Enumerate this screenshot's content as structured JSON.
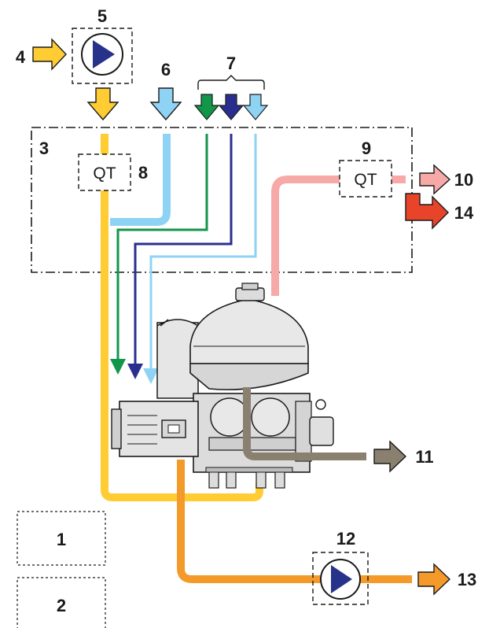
{
  "labels": {
    "l1": "1",
    "l2": "2",
    "l3": "3",
    "l4": "4",
    "l5": "5",
    "l6": "6",
    "l7": "7",
    "l8": "8",
    "l9": "9",
    "l10": "10",
    "l11": "11",
    "l12": "12",
    "l13": "13",
    "l14": "14"
  },
  "qt_left": "QT",
  "qt_right": "QT",
  "colors": {
    "feed_yellow": "#ffcc33",
    "feed_arrow": "#f7b731",
    "water_light_blue": "#8fd3f4",
    "green": "#12964a",
    "navy": "#2a2f8f",
    "pink": "#f7a9a8",
    "red": "#e8442a",
    "orange": "#f39a2b",
    "taupe": "#8a8070",
    "pump_triangle": "#27338a",
    "machine_gray": "#d9d9d9"
  }
}
